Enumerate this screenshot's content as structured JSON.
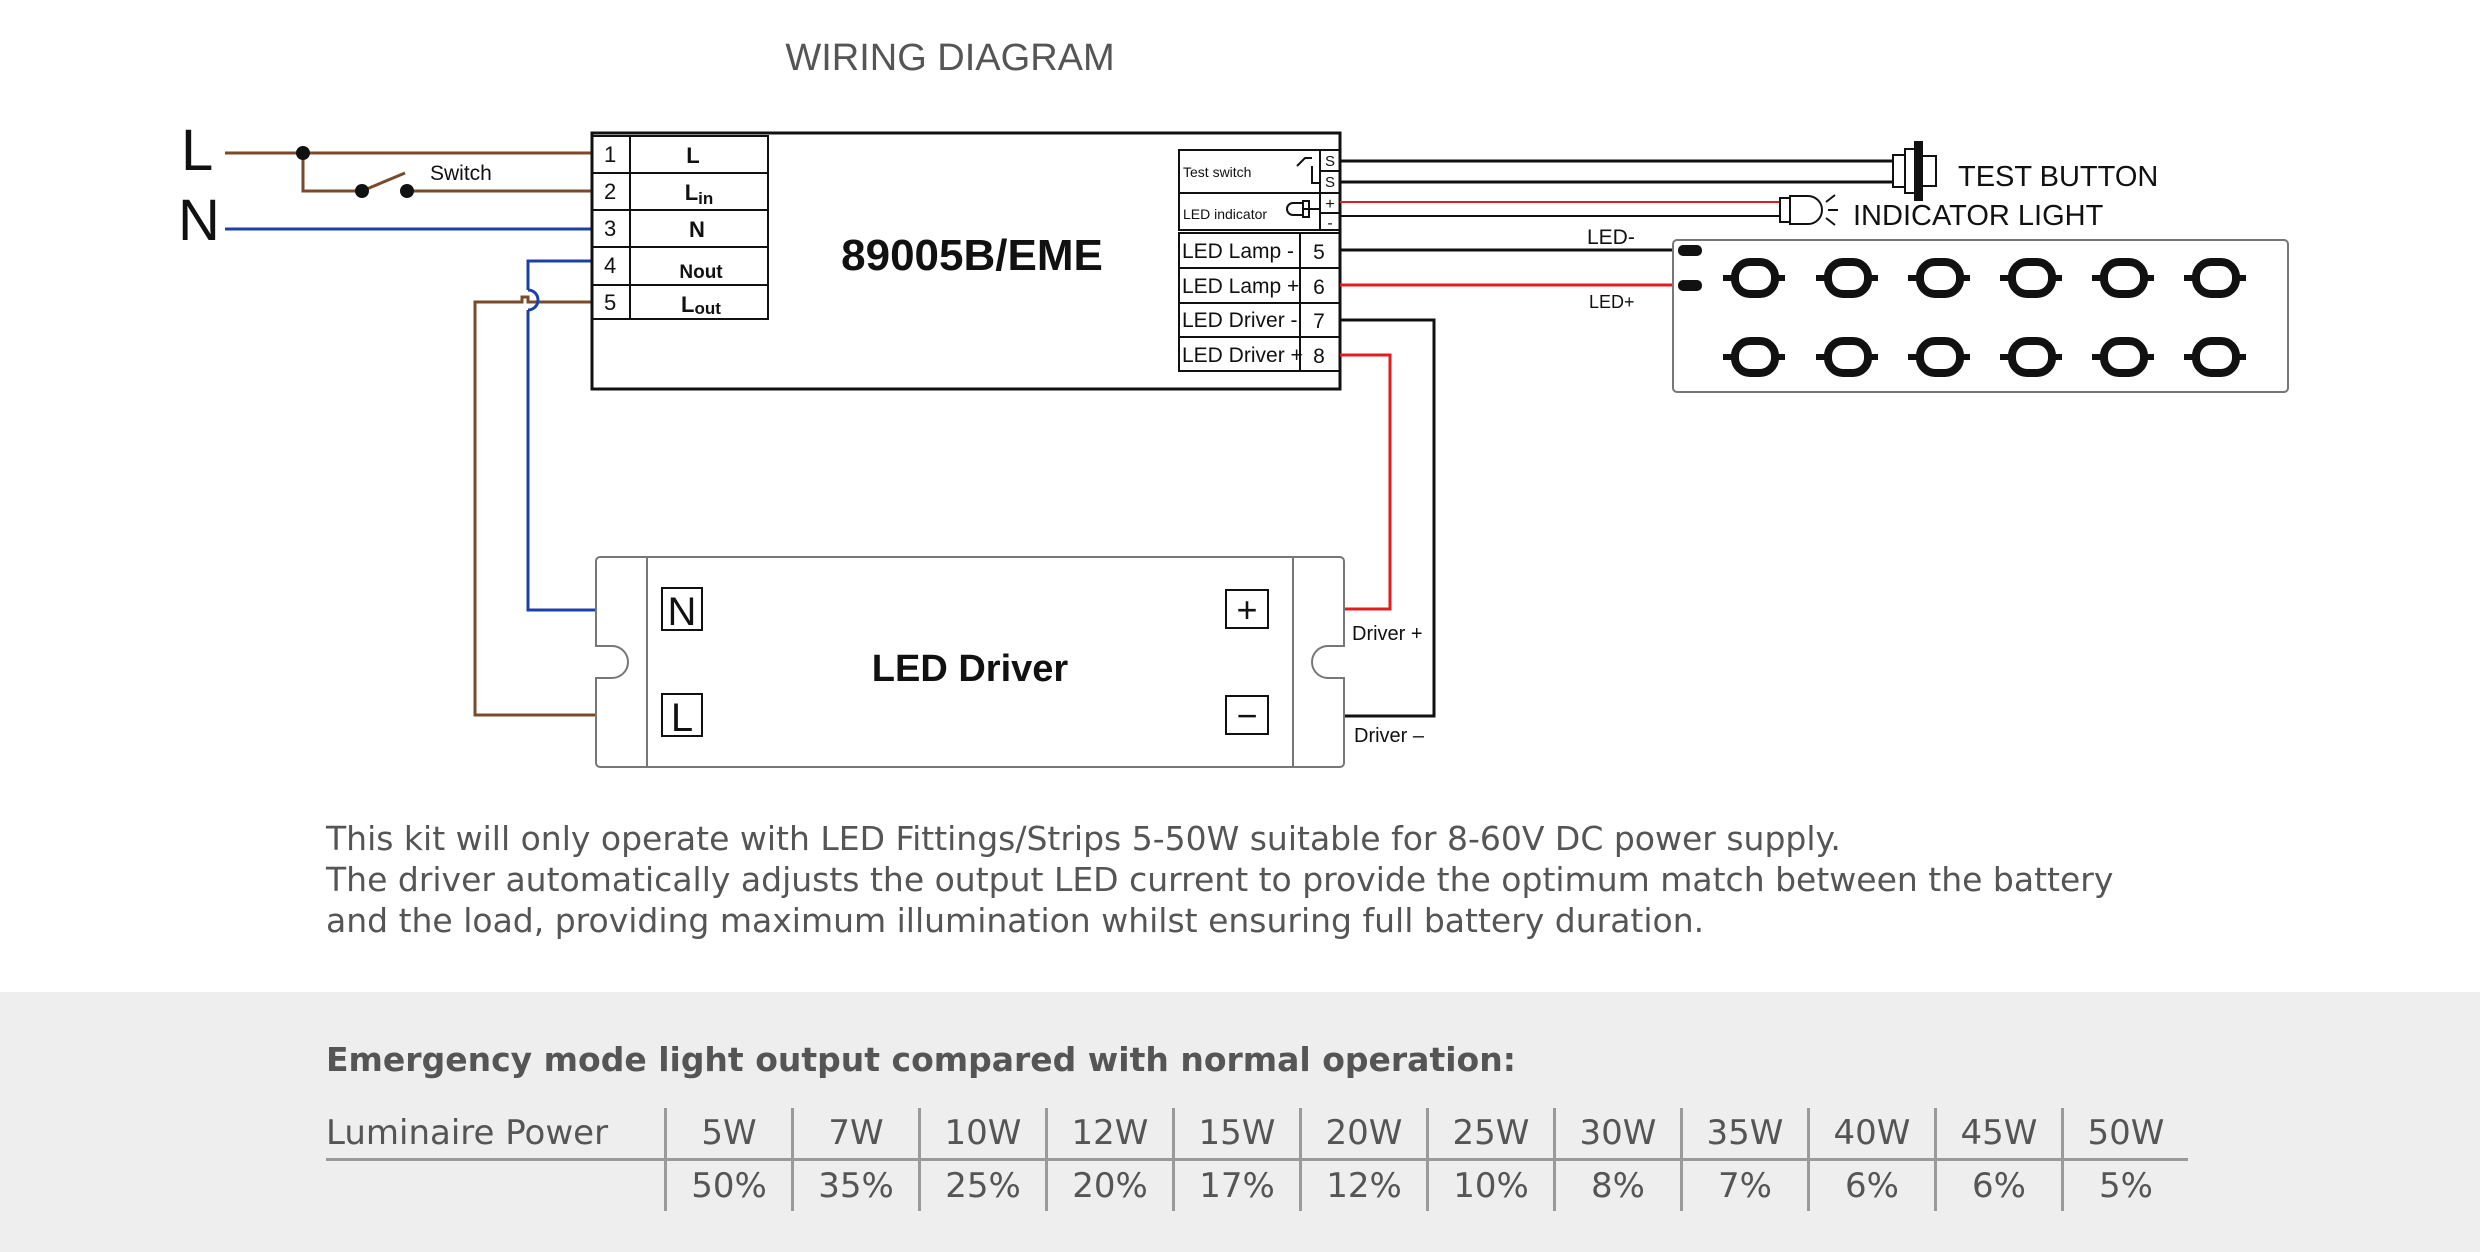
{
  "diagram": {
    "title": "WIRING DIAGRAM",
    "supply_labels": {
      "live": "L",
      "neutral": "N",
      "switch": "Switch"
    },
    "module": {
      "name": "89005B/EME",
      "terminals": [
        {
          "num": "1",
          "label": "L",
          "sub": ""
        },
        {
          "num": "2",
          "label": "L",
          "sub": "in"
        },
        {
          "num": "3",
          "label": "N",
          "sub": ""
        },
        {
          "num": "4",
          "label": "N",
          "sub": "out"
        },
        {
          "num": "5",
          "label": "L",
          "sub": "out"
        }
      ],
      "side_panel": {
        "test_switch": "Test switch",
        "led_indicator": "LED indicator",
        "s_top": "S",
        "s_bottom": "S",
        "plus": "+",
        "minus": "-",
        "outputs": [
          {
            "label": "LED Lamp -",
            "num": "5"
          },
          {
            "label": "LED Lamp +",
            "num": "6"
          },
          {
            "label": "LED Driver -",
            "num": "7"
          },
          {
            "label": "LED Driver +",
            "num": "8"
          }
        ]
      }
    },
    "test_button": "TEST BUTTON",
    "indicator_light": "INDICATOR LIGHT",
    "led_minus": "LED-",
    "led_plus": "LED+",
    "driver": {
      "name": "LED Driver",
      "n": "N",
      "l": "L",
      "plus": "+",
      "minus": "−",
      "driver_plus": "Driver +",
      "driver_minus": "Driver –"
    },
    "colors": {
      "live": "#7a4b2a",
      "neutral": "#1d3fa8",
      "positive": "#e11d1d",
      "negative": "#111111"
    }
  },
  "description": [
    "This kit will only operate with LED Fittings/Strips 5-50W suitable for 8-60V DC power supply.",
    "The driver automatically adjusts the output LED current to provide the optimum match between the battery",
    "and the load, providing maximum illumination whilst ensuring full battery duration."
  ],
  "output_table": {
    "title": "Emergency mode light output compared with normal operation:",
    "row_label": "Luminaire Power",
    "powers": [
      "5W",
      "7W",
      "10W",
      "12W",
      "15W",
      "20W",
      "25W",
      "30W",
      "35W",
      "40W",
      "45W",
      "50W"
    ],
    "outputs": [
      "50%",
      "35%",
      "25%",
      "20%",
      "17%",
      "12%",
      "10%",
      "8%",
      "7%",
      "6%",
      "6%",
      "5%"
    ]
  }
}
